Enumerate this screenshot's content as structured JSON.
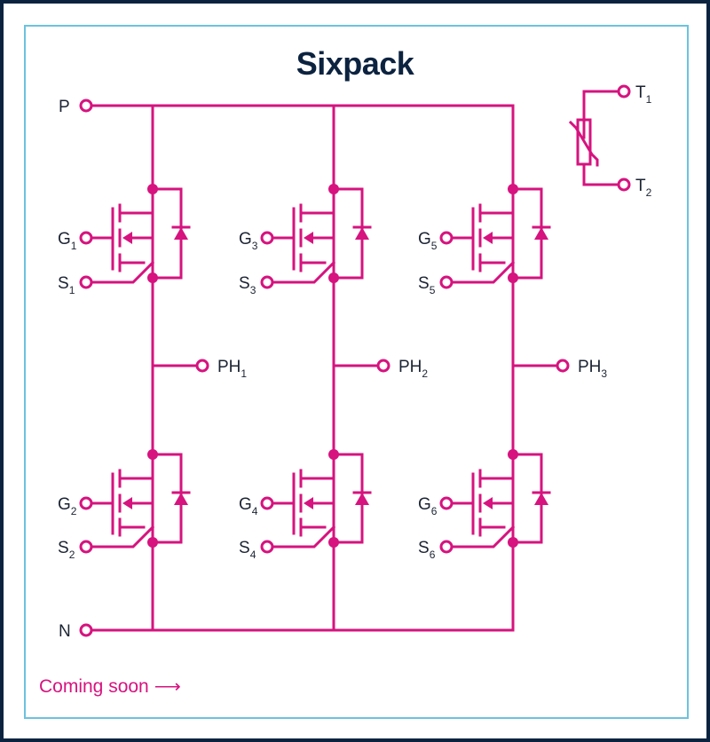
{
  "title": "Sixpack",
  "rails": {
    "positive": "P",
    "negative": "N"
  },
  "legs": [
    {
      "phase": {
        "main": "PH",
        "sub": "1"
      },
      "high_side": {
        "gate": {
          "main": "G",
          "sub": "1"
        },
        "source": {
          "main": "S",
          "sub": "1"
        }
      },
      "low_side": {
        "gate": {
          "main": "G",
          "sub": "2"
        },
        "source": {
          "main": "S",
          "sub": "2"
        }
      }
    },
    {
      "phase": {
        "main": "PH",
        "sub": "2"
      },
      "high_side": {
        "gate": {
          "main": "G",
          "sub": "3"
        },
        "source": {
          "main": "S",
          "sub": "3"
        }
      },
      "low_side": {
        "gate": {
          "main": "G",
          "sub": "4"
        },
        "source": {
          "main": "S",
          "sub": "4"
        }
      }
    },
    {
      "phase": {
        "main": "PH",
        "sub": "3"
      },
      "high_side": {
        "gate": {
          "main": "G",
          "sub": "5"
        },
        "source": {
          "main": "S",
          "sub": "5"
        }
      },
      "low_side": {
        "gate": {
          "main": "G",
          "sub": "6"
        },
        "source": {
          "main": "S",
          "sub": "6"
        }
      }
    }
  ],
  "thermistor": {
    "t1": {
      "main": "T",
      "sub": "1"
    },
    "t2": {
      "main": "T",
      "sub": "2"
    }
  },
  "footer": {
    "coming_soon": "Coming soon",
    "arrow": "⟶"
  },
  "colors": {
    "circuit": "#d6137f",
    "title": "#0c2340",
    "frame_outer": "#0c2340",
    "frame_inner": "#6cc2df"
  }
}
